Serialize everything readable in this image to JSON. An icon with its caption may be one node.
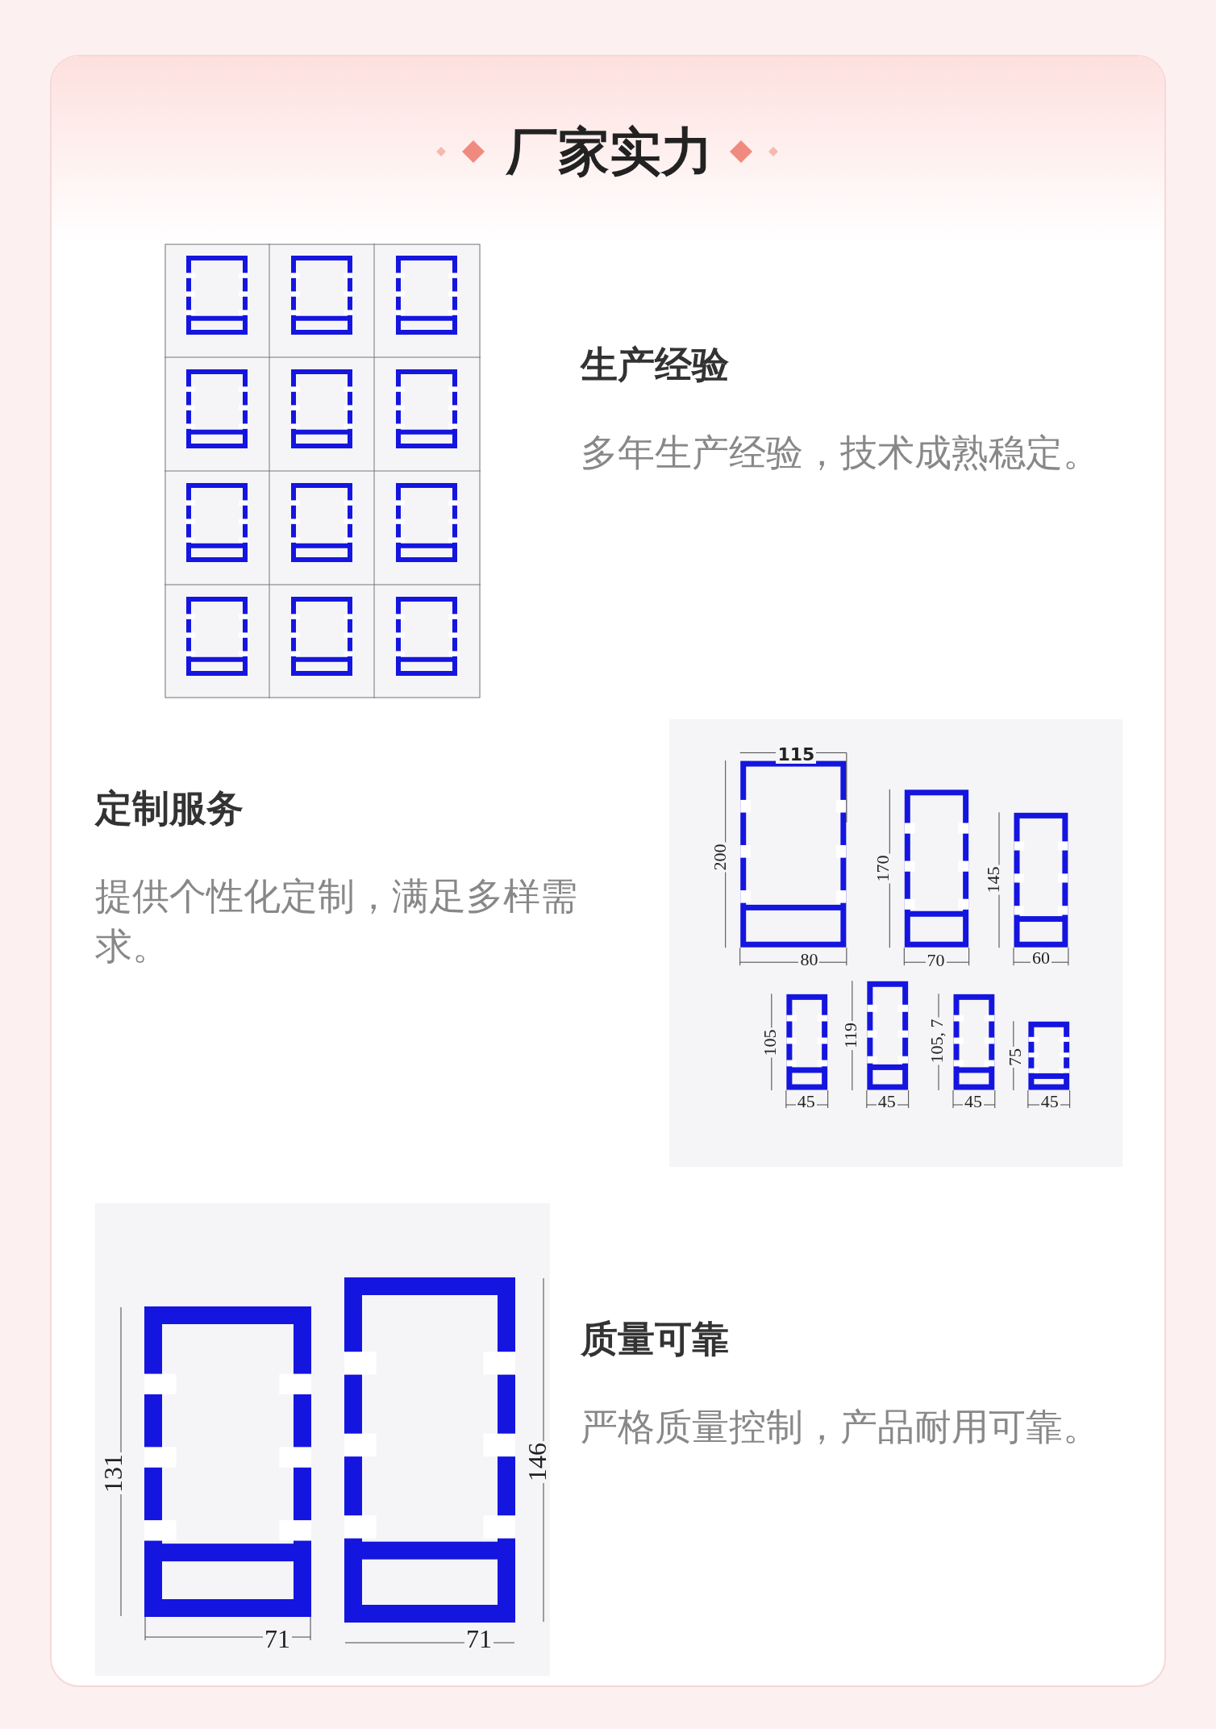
{
  "diagram": {
    "title": "厂家实力",
    "labels": [
      "生产经验",
      "多年生产经验，技术成熟稳定。",
      "定制服务",
      "提供个性化定制，满足多样需求。",
      "115",
      "200",
      "170",
      "145",
      "80",
      "70",
      "60",
      "105",
      "119",
      "105, 7",
      "75",
      "45",
      "45",
      "45",
      "45",
      "质量可靠",
      "严格质量控制，产品耐用可靠。",
      "131",
      "146",
      "71",
      "71"
    ]
  }
}
